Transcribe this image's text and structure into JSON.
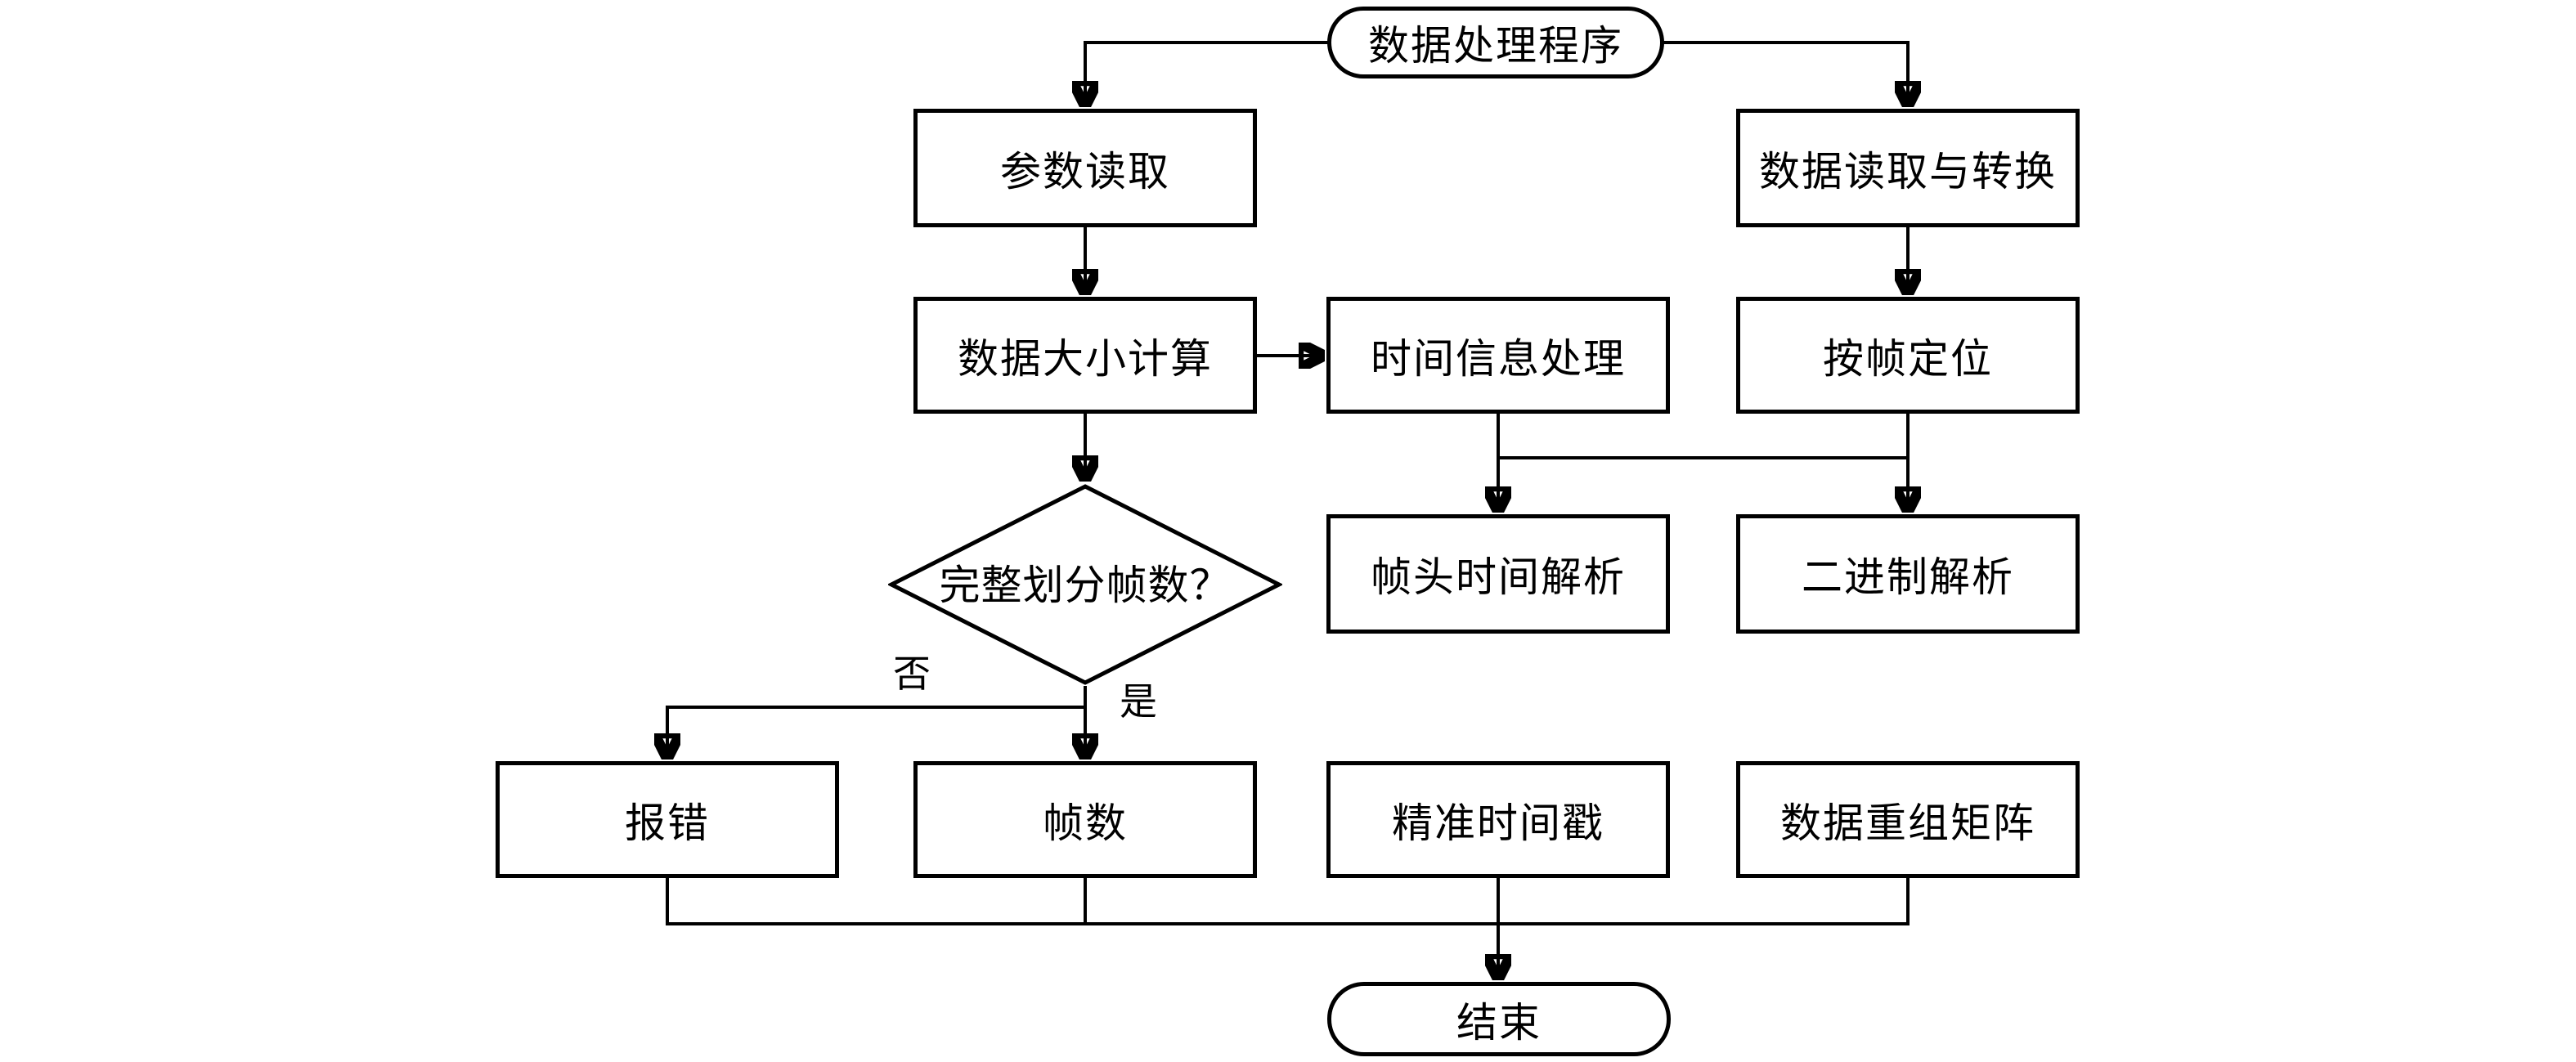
{
  "diagram": {
    "type": "flowchart",
    "background": "#ffffff",
    "stroke_color": "#000000",
    "node_fill": "#ffffff",
    "nodes": {
      "start": {
        "label": "数据处理程序",
        "shape": "terminator"
      },
      "param_read": {
        "label": "参数读取",
        "shape": "process"
      },
      "data_read_convert": {
        "label": "数据读取与转换",
        "shape": "process"
      },
      "data_size_calc": {
        "label": "数据大小计算",
        "shape": "process"
      },
      "time_info_process": {
        "label": "时间信息处理",
        "shape": "process"
      },
      "frame_locate": {
        "label": "按帧定位",
        "shape": "process"
      },
      "frame_division_check": {
        "label": "完整划分帧数？",
        "shape": "decision"
      },
      "frame_head_time_parse": {
        "label": "帧头时间解析",
        "shape": "process"
      },
      "binary_parse": {
        "label": "二进制解析",
        "shape": "process"
      },
      "report_error": {
        "label": "报错",
        "shape": "process"
      },
      "frame_count": {
        "label": "帧数",
        "shape": "process"
      },
      "precise_timestamp": {
        "label": "精准时间戳",
        "shape": "process"
      },
      "data_reorg_matrix": {
        "label": "数据重组矩阵",
        "shape": "process"
      },
      "end": {
        "label": "结束",
        "shape": "terminator"
      }
    },
    "branch_labels": {
      "no": "否",
      "yes": "是"
    },
    "edges": [
      {
        "from": "start",
        "to": "param_read"
      },
      {
        "from": "start",
        "to": "data_read_convert"
      },
      {
        "from": "param_read",
        "to": "data_size_calc"
      },
      {
        "from": "data_read_convert",
        "to": "frame_locate"
      },
      {
        "from": "data_size_calc",
        "to": "time_info_process"
      },
      {
        "from": "data_size_calc",
        "to": "frame_division_check"
      },
      {
        "from": "time_info_process",
        "to": "frame_head_time_parse"
      },
      {
        "from": "time_info_process",
        "to": "binary_parse"
      },
      {
        "from": "frame_locate",
        "to": "binary_parse"
      },
      {
        "from": "frame_division_check",
        "to": "report_error",
        "label": "否"
      },
      {
        "from": "frame_division_check",
        "to": "frame_count",
        "label": "是"
      },
      {
        "from": "frame_head_time_parse",
        "to": "precise_timestamp"
      },
      {
        "from": "binary_parse",
        "to": "data_reorg_matrix"
      },
      {
        "from": "report_error",
        "to": "end"
      },
      {
        "from": "frame_count",
        "to": "end"
      },
      {
        "from": "precise_timestamp",
        "to": "end"
      },
      {
        "from": "data_reorg_matrix",
        "to": "end"
      }
    ]
  }
}
